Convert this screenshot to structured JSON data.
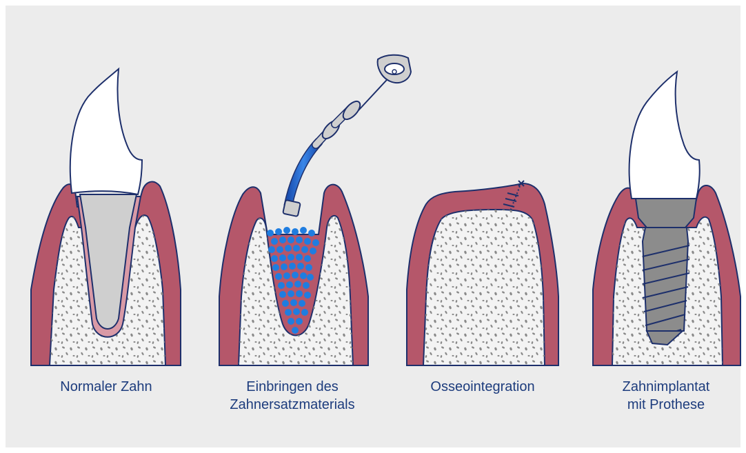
{
  "colors": {
    "background": "#ececec",
    "gum": "#b5576a",
    "gum_inner": "#d99aa6",
    "bone": "#f3f3f3",
    "bone_speckle": "#8a8a8a",
    "outline": "#1d2f6b",
    "enamel": "#ffffff",
    "root": "#cfcfcf",
    "granules": "#1f7de0",
    "instrument_blue": "#2263c7",
    "implant_metal": "#8c8c8c",
    "caption_text": "#1d3c7d"
  },
  "panels": [
    {
      "id": "normal",
      "caption_lines": [
        "Normaler Zahn"
      ],
      "icon": "natural-tooth-icon"
    },
    {
      "id": "filling",
      "caption_lines": [
        "Einbringen des",
        "Zahnersatzmaterials"
      ],
      "icon": "bone-graft-syringe-icon"
    },
    {
      "id": "osseo",
      "caption_lines": [
        "Osseointegration"
      ],
      "icon": "sutured-gum-icon"
    },
    {
      "id": "implant",
      "caption_lines": [
        "Zahnimplantat",
        "mit Prothese"
      ],
      "icon": "dental-implant-icon"
    }
  ]
}
